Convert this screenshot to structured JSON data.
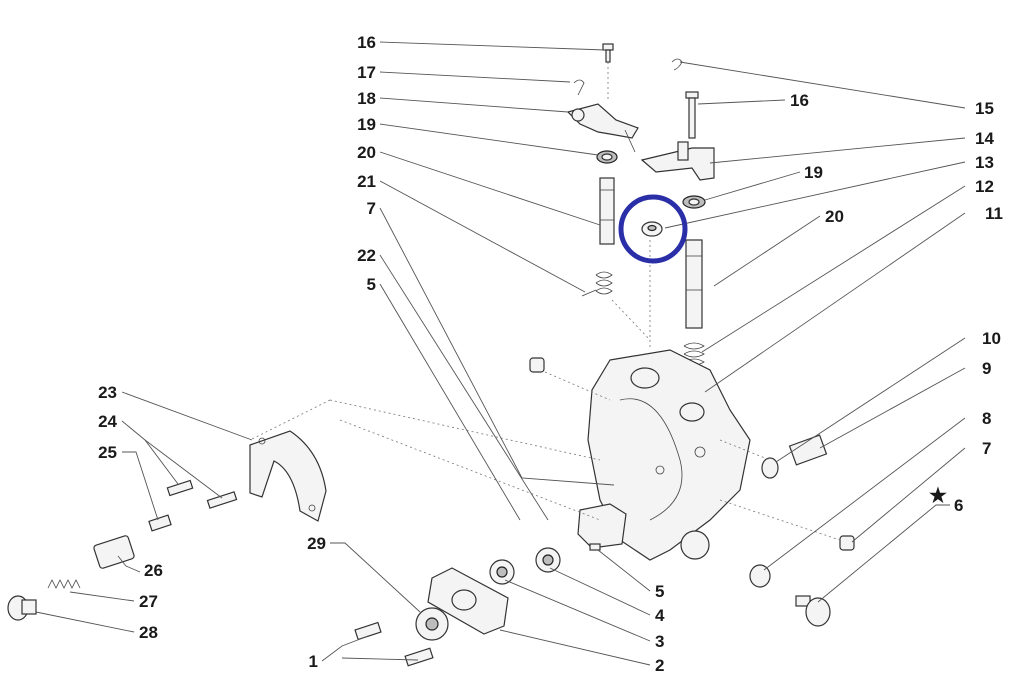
{
  "callouts": {
    "c16a": "16",
    "c17": "17",
    "c18": "18",
    "c19a": "19",
    "c20a": "20",
    "c21": "21",
    "c7a": "7",
    "c22": "22",
    "c5a": "5",
    "c15": "15",
    "c16b": "16",
    "c14": "14",
    "c13": "13",
    "c19b": "19",
    "c12": "12",
    "c20b": "20",
    "c11": "11",
    "c10": "10",
    "c9": "9",
    "c8": "8",
    "c7b": "7",
    "c6": "6",
    "c23": "23",
    "c24": "24",
    "c25": "25",
    "c26": "26",
    "c27": "27",
    "c28": "28",
    "c29": "29",
    "c1": "1",
    "c5b": "5",
    "c4": "4",
    "c3": "3",
    "c2": "2"
  },
  "marker": {
    "star": "★"
  },
  "highlight": {
    "part_ref": "13",
    "color": "#2a2fa8"
  }
}
